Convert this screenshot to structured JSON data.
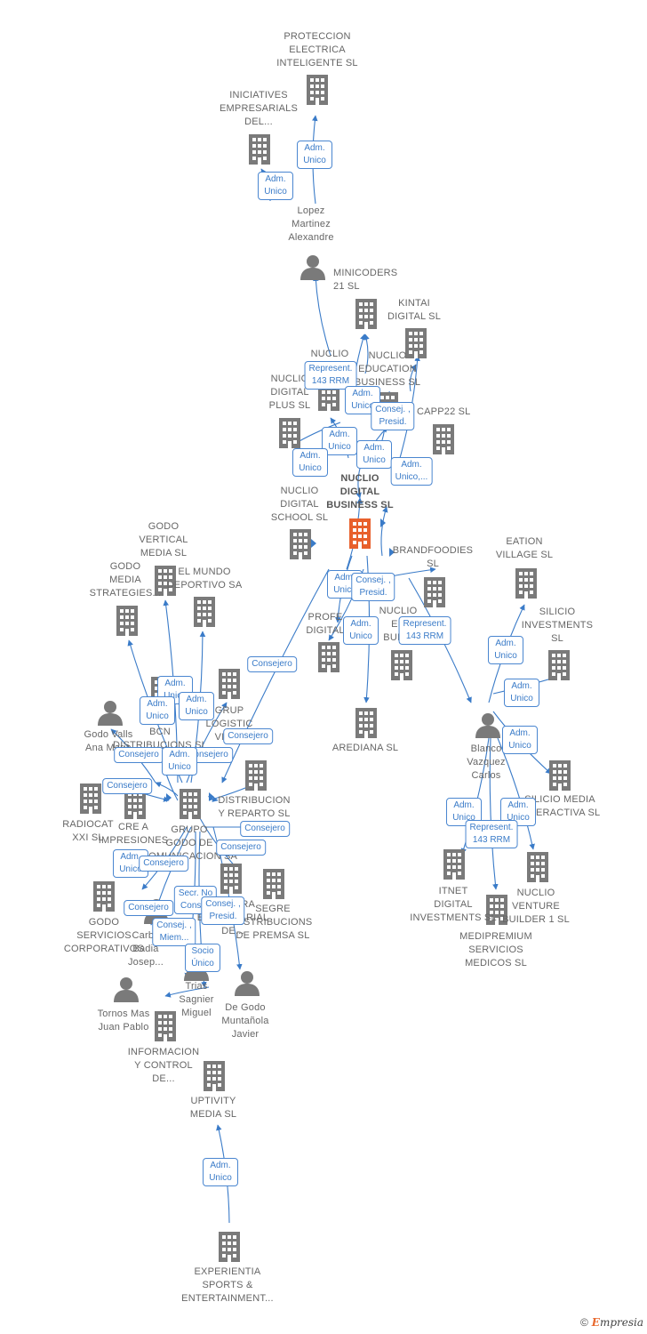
{
  "colors": {
    "edge": "#3a7bc8",
    "building": "#7a7a7a",
    "center": "#e8602c",
    "person": "#7a7a7a"
  },
  "nodes": [
    {
      "label": "PROTECCION\nELECTRICA\nINTELIGENTE SL",
      "type": "company"
    },
    {
      "label": "INICIATIVES\nEMPRESARIALS\nDEL...",
      "type": "company"
    },
    {
      "label": "Lopez\nMartinez\nAlexandre",
      "type": "person"
    },
    {
      "label": "MINICODERS\n21 SL",
      "type": "company"
    },
    {
      "label": "KINTAI\nDIGITAL SL",
      "type": "company"
    },
    {
      "label": "NUCLIO",
      "type": "company"
    },
    {
      "label": "NUCLIO\nEDUCATION\nBUSINESS SL",
      "type": "company"
    },
    {
      "label": "NUCLIO\nDIGITAL\nPLUS SL",
      "type": "company"
    },
    {
      "label": "CAPP22 SL",
      "type": "company"
    },
    {
      "label": "NUCLIO\nDIGITAL\nBUSINESS SL",
      "type": "center"
    },
    {
      "label": "NUCLIO\nDIGITAL\nSCHOOL SL",
      "type": "company"
    },
    {
      "label": "BRANDFOODIES\nSL",
      "type": "company"
    },
    {
      "label": "EATION\nVILLAGE SL",
      "type": "company"
    },
    {
      "label": "SILICIO\nINVESTMENTS\nSL",
      "type": "company"
    },
    {
      "label": "PROFE\nDIGITAL",
      "type": "company"
    },
    {
      "label": "NUCLIO\nEN\nBUILD",
      "type": "company"
    },
    {
      "label": "AREDIANA SL",
      "type": "company"
    },
    {
      "label": "Blanco\nVazquez\nCarlos",
      "type": "person"
    },
    {
      "label": "SILICIO MEDIA\nINTERACTIVA SL",
      "type": "company"
    },
    {
      "label": "ITNET\nDIGITAL\nINVESTMENTS SL",
      "type": "company"
    },
    {
      "label": "NUCLIO\nVENTURE\nBUILDER 1 SL",
      "type": "company"
    },
    {
      "label": "MEDIPREMIUM\nSERVICIOS\nMEDICOS SL",
      "type": "company"
    },
    {
      "label": "GODO\nVERTICAL\nMEDIA SL",
      "type": "company"
    },
    {
      "label": "GODO\nMEDIA\nSTRATEGIES...",
      "type": "company"
    },
    {
      "label": "EL MUNDO\nDEPORTIVO SA",
      "type": "company"
    },
    {
      "label": "Godo Valls\nAna Maria",
      "type": "person"
    },
    {
      "label": "BCN\nDISTRIBUCIONS SL",
      "type": "company"
    },
    {
      "label": "GRUP\nLOGISTIC\nVILAR",
      "type": "company"
    },
    {
      "label": "DISTRIBUCION\nY REPARTO SL",
      "type": "company"
    },
    {
      "label": "RADIOCAT\nXXI SL",
      "type": "company"
    },
    {
      "label": "CRE A\nIMPRESIONES",
      "type": "company"
    },
    {
      "label": "GRUPO\nGODO DE\nCOMUNICACION SA",
      "type": "company"
    },
    {
      "label": "GODO\nSERVICIOS\nCORPORATIVOS",
      "type": "company"
    },
    {
      "label": "Carbo\nBadia\nJosep...",
      "type": "person"
    },
    {
      "label": "EDITORA\nEMPRESARIAL\nDE...",
      "type": "company"
    },
    {
      "label": "SEGRE\nDISTRIBUCIONS\nDE PREMSA SL",
      "type": "company"
    },
    {
      "label": "Trias\nSagnier\nMiguel",
      "type": "person"
    },
    {
      "label": "Tornos Mas\nJuan Pablo",
      "type": "person"
    },
    {
      "label": "De Godo\nMuntañola\nJavier",
      "type": "person"
    },
    {
      "label": "INFORMACION\nY CONTROL\nDE...",
      "type": "company"
    },
    {
      "label": "UPTIVITY\nMEDIA SL",
      "type": "company"
    },
    {
      "label": "EXPERIENTIA\nSPORTS &\nENTERTAINMENT...",
      "type": "company"
    }
  ],
  "edge_labels": [
    {
      "text": "Adm.\nUnico"
    },
    {
      "text": "Adm.\nUnico"
    },
    {
      "text": "Represent.\n143 RRM"
    },
    {
      "text": "Adm.\nUnico"
    },
    {
      "text": "Consej. ,\nPresid."
    },
    {
      "text": "Adm.\nUnico"
    },
    {
      "text": "Adm.\nUnico"
    },
    {
      "text": "Adm.\nUnico"
    },
    {
      "text": "Adm.\nUnico,..."
    },
    {
      "text": "Adm.\nUnico"
    },
    {
      "text": "Consej. ,\nPresid."
    },
    {
      "text": "Adm.\nUnico"
    },
    {
      "text": "Represent.\n143 RRM"
    },
    {
      "text": "Adm.\nUnico"
    },
    {
      "text": "Adm.\nUnico"
    },
    {
      "text": "Adm.\nUnico"
    },
    {
      "text": "Adm.\nUnico"
    },
    {
      "text": "Adm.\nUnico"
    },
    {
      "text": "Represent.\n143 RRM"
    },
    {
      "text": "Consejero"
    },
    {
      "text": "Adm.\nUnico"
    },
    {
      "text": "Adm.\nUnico"
    },
    {
      "text": "Adm.\nUnico"
    },
    {
      "text": "Consejero"
    },
    {
      "text": "Consejero"
    },
    {
      "text": "Consejero"
    },
    {
      "text": "Adm.\nUnico"
    },
    {
      "text": "Consejero"
    },
    {
      "text": "Consejero"
    },
    {
      "text": "Consejero"
    },
    {
      "text": "Adm.\nUnico"
    },
    {
      "text": "Consejero"
    },
    {
      "text": "Consejero"
    },
    {
      "text": "Secr. No\nConsej."
    },
    {
      "text": "Consej. ,\nPresid."
    },
    {
      "text": "Consej. ,\nMiem..."
    },
    {
      "text": "Socio\nÚnico"
    },
    {
      "text": "Adm.\nUnico"
    }
  ],
  "footer": {
    "copyright": "©",
    "brand_e": "E",
    "brand_rest": "mpresia"
  }
}
